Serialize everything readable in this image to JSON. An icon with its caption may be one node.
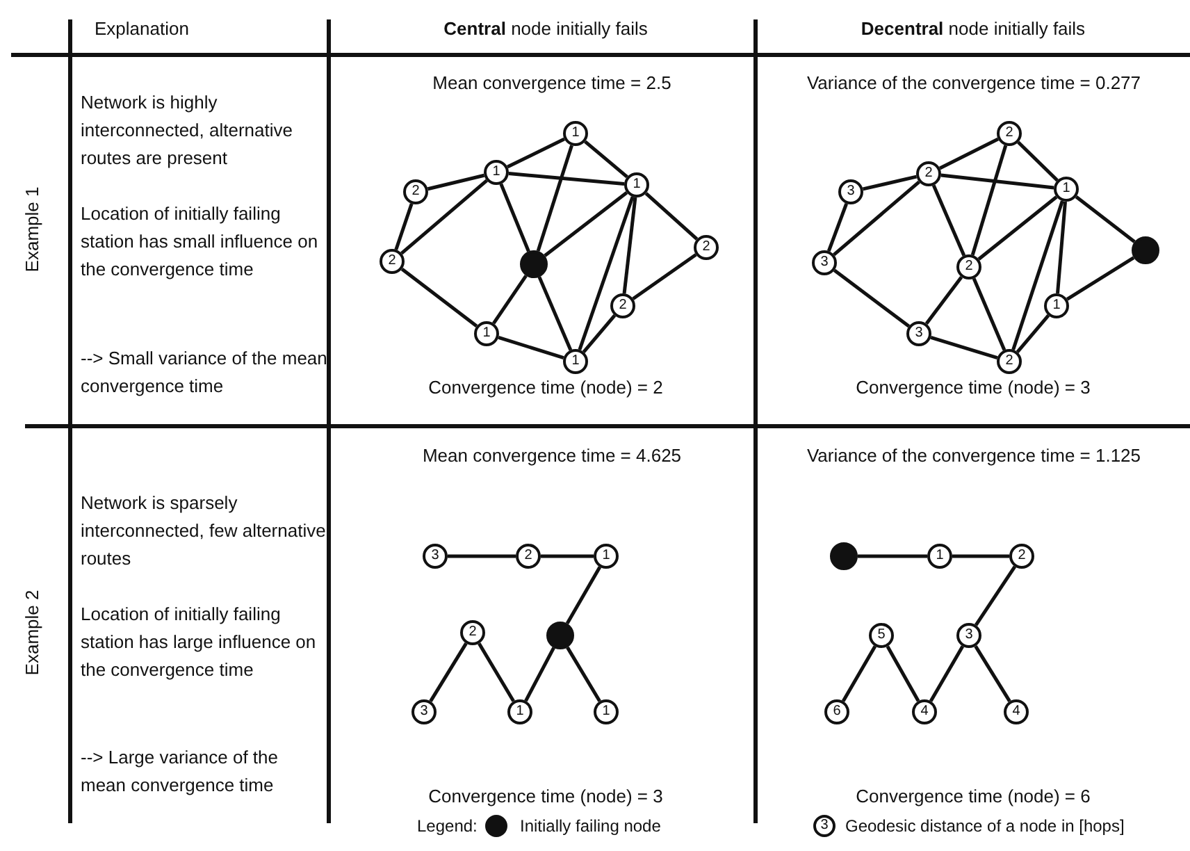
{
  "diagram": {
    "nodes": [
      {
        "text": [
          "1"
        ]
      },
      {
        "text": [
          "1"
        ]
      },
      {
        "text": [
          "2"
        ]
      },
      {
        "text": [
          "1"
        ]
      },
      {
        "text": [
          "2"
        ]
      },
      {
        "text": [],
        "shape": "circle"
      },
      {
        "text": [
          "2"
        ]
      },
      {
        "text": [
          "2"
        ]
      },
      {
        "text": [
          "1"
        ]
      },
      {
        "text": [
          "1"
        ]
      },
      {
        "text": [
          "2"
        ]
      },
      {
        "text": [
          "2"
        ]
      },
      {
        "text": [
          "3"
        ]
      },
      {
        "text": [
          "1"
        ]
      },
      {
        "text": [
          "3"
        ]
      },
      {
        "text": [
          "2"
        ]
      },
      {
        "text": [],
        "shape": "circle"
      },
      {
        "text": [
          "1"
        ]
      },
      {
        "text": [
          "3"
        ]
      },
      {
        "text": [
          "2"
        ]
      },
      {
        "text": [
          "3"
        ]
      },
      {
        "text": [
          "2"
        ]
      },
      {
        "text": [
          "1"
        ]
      },
      {
        "text": [
          "2"
        ]
      },
      {
        "text": [],
        "shape": "circle"
      },
      {
        "text": [
          "3"
        ]
      },
      {
        "text": [
          "1"
        ]
      },
      {
        "text": [
          "1"
        ]
      },
      {
        "text": [],
        "shape": "circle"
      },
      {
        "text": [
          "1"
        ]
      },
      {
        "text": [
          "2"
        ]
      },
      {
        "text": [
          "5"
        ]
      },
      {
        "text": [
          "3"
        ]
      },
      {
        "text": [
          "6"
        ]
      },
      {
        "text": [
          "4"
        ]
      },
      {
        "text": [
          "4"
        ]
      }
    ],
    "edges": [
      {
        "from": 1,
        "to": 0,
        "arrow": "none"
      },
      {
        "from": 0,
        "to": 5,
        "arrow": "none"
      },
      {
        "from": 0,
        "to": 3,
        "arrow": "none"
      },
      {
        "from": 1,
        "to": 3,
        "arrow": "none"
      },
      {
        "from": 2,
        "to": 1,
        "arrow": "none"
      },
      {
        "from": 2,
        "to": 4,
        "arrow": "none"
      },
      {
        "from": 4,
        "to": 1,
        "arrow": "none"
      },
      {
        "from": 1,
        "to": 5,
        "arrow": "none"
      },
      {
        "from": 5,
        "to": 3,
        "arrow": "none"
      },
      {
        "from": 4,
        "to": 8,
        "arrow": "none"
      },
      {
        "from": 8,
        "to": 5,
        "arrow": "none"
      },
      {
        "from": 5,
        "to": 9,
        "arrow": "none"
      },
      {
        "from": 8,
        "to": 9,
        "arrow": "none"
      },
      {
        "from": 3,
        "to": 6,
        "arrow": "none"
      },
      {
        "from": 6,
        "to": 7,
        "arrow": "none"
      },
      {
        "from": 7,
        "to": 3,
        "arrow": "none"
      },
      {
        "from": 3,
        "to": 9,
        "arrow": "none"
      },
      {
        "from": 9,
        "to": 7,
        "arrow": "none"
      },
      {
        "from": 11,
        "to": 10,
        "arrow": "none"
      },
      {
        "from": 10,
        "to": 15,
        "arrow": "none"
      },
      {
        "from": 10,
        "to": 13,
        "arrow": "none"
      },
      {
        "from": 11,
        "to": 13,
        "arrow": "none"
      },
      {
        "from": 12,
        "to": 11,
        "arrow": "none"
      },
      {
        "from": 12,
        "to": 14,
        "arrow": "none"
      },
      {
        "from": 14,
        "to": 11,
        "arrow": "none"
      },
      {
        "from": 11,
        "to": 15,
        "arrow": "none"
      },
      {
        "from": 15,
        "to": 13,
        "arrow": "none"
      },
      {
        "from": 14,
        "to": 18,
        "arrow": "none"
      },
      {
        "from": 18,
        "to": 15,
        "arrow": "none"
      },
      {
        "from": 15,
        "to": 19,
        "arrow": "none"
      },
      {
        "from": 18,
        "to": 19,
        "arrow": "none"
      },
      {
        "from": 13,
        "to": 16,
        "arrow": "none"
      },
      {
        "from": 16,
        "to": 17,
        "arrow": "none"
      },
      {
        "from": 17,
        "to": 13,
        "arrow": "none"
      },
      {
        "from": 13,
        "to": 19,
        "arrow": "none"
      },
      {
        "from": 19,
        "to": 17,
        "arrow": "none"
      },
      {
        "from": 20,
        "to": 21,
        "arrow": "none"
      },
      {
        "from": 21,
        "to": 22,
        "arrow": "none"
      },
      {
        "from": 22,
        "to": 24,
        "arrow": "none"
      },
      {
        "from": 23,
        "to": 25,
        "arrow": "none"
      },
      {
        "from": 23,
        "to": 26,
        "arrow": "none"
      },
      {
        "from": 24,
        "to": 26,
        "arrow": "none"
      },
      {
        "from": 24,
        "to": 27,
        "arrow": "none"
      },
      {
        "from": 28,
        "to": 29,
        "arrow": "none"
      },
      {
        "from": 29,
        "to": 30,
        "arrow": "none"
      },
      {
        "from": 30,
        "to": 32,
        "arrow": "none"
      },
      {
        "from": 31,
        "to": 33,
        "arrow": "none"
      },
      {
        "from": 31,
        "to": 34,
        "arrow": "none"
      },
      {
        "from": 32,
        "to": 34,
        "arrow": "none"
      },
      {
        "from": 32,
        "to": 35,
        "arrow": "none"
      }
    ],
    "labels": [
      "Explanation",
      "**Central** node initially fails",
      "**Decentral** node initially fails",
      "Example 1",
      "Network is highly interconnected, alternative routes are present",
      "Location of initially failing station has small influence on the convergence time",
      "--> Small variance of the mean convergence time",
      "Mean convergence time = 2.5",
      "Variance of the convergence time = 0.277",
      "Convergence time (node) = 2",
      "Convergence time (node) = 3",
      "Example 2",
      "Network is sparsely interconnected, few alternative routes",
      "Location of initially failing station has large influence on the convergence time",
      "--> Large variance of the mean convergence time",
      "Mean convergence time = 4.625",
      "Variance of the convergence time = 1.125",
      "Convergence time (node) = 3",
      "Convergence time (node) = 6",
      "Legend:",
      "3"
    ],
    "legend": [
      {
        "text": "Initially failing node"
      },
      {
        "text": "Geodesic distance of a node in [hops]"
      }
    ]
  }
}
